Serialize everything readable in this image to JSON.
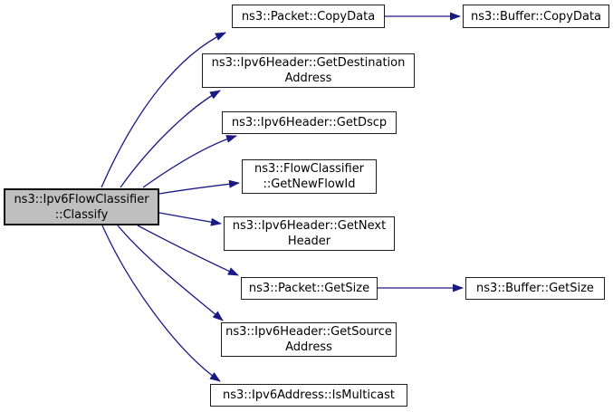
{
  "diagram": {
    "type": "call-graph",
    "colors": {
      "edge": "#1a1a85",
      "highlight_node_fill": "#bfbfbf",
      "node_fill": "#ffffff",
      "node_border": "#1c1c1c",
      "text": "#000000"
    },
    "nodes": [
      {
        "id": "ipv6-flow-classifier-classify",
        "label": "ns3::Ipv6FlowClassifier\n::Classify",
        "highlighted": true
      },
      {
        "id": "packet-copy-data",
        "label": "ns3::Packet::CopyData",
        "highlighted": false
      },
      {
        "id": "buffer-copy-data",
        "label": "ns3::Buffer::CopyData",
        "highlighted": false
      },
      {
        "id": "ipv6-header-get-destination-address",
        "label": "ns3::Ipv6Header::GetDestination\nAddress",
        "highlighted": false
      },
      {
        "id": "ipv6-header-get-dscp",
        "label": "ns3::Ipv6Header::GetDscp",
        "highlighted": false
      },
      {
        "id": "flow-classifier-get-new-flow-id",
        "label": "ns3::FlowClassifier\n::GetNewFlowId",
        "highlighted": false
      },
      {
        "id": "ipv6-header-get-next-header",
        "label": "ns3::Ipv6Header::GetNext\nHeader",
        "highlighted": false
      },
      {
        "id": "packet-get-size",
        "label": "ns3::Packet::GetSize",
        "highlighted": false
      },
      {
        "id": "buffer-get-size",
        "label": "ns3::Buffer::GetSize",
        "highlighted": false
      },
      {
        "id": "ipv6-header-get-source-address",
        "label": "ns3::Ipv6Header::GetSource\nAddress",
        "highlighted": false
      },
      {
        "id": "ipv6-address-is-multicast",
        "label": "ns3::Ipv6Address::IsMulticast",
        "highlighted": false
      }
    ],
    "edges": [
      {
        "from": "ns3::Ipv6FlowClassifier::Classify",
        "to": "ns3::Packet::CopyData"
      },
      {
        "from": "ns3::Ipv6FlowClassifier::Classify",
        "to": "ns3::Ipv6Header::GetDestinationAddress"
      },
      {
        "from": "ns3::Ipv6FlowClassifier::Classify",
        "to": "ns3::Ipv6Header::GetDscp"
      },
      {
        "from": "ns3::Ipv6FlowClassifier::Classify",
        "to": "ns3::FlowClassifier::GetNewFlowId"
      },
      {
        "from": "ns3::Ipv6FlowClassifier::Classify",
        "to": "ns3::Ipv6Header::GetNextHeader"
      },
      {
        "from": "ns3::Ipv6FlowClassifier::Classify",
        "to": "ns3::Packet::GetSize"
      },
      {
        "from": "ns3::Ipv6FlowClassifier::Classify",
        "to": "ns3::Ipv6Header::GetSourceAddress"
      },
      {
        "from": "ns3::Ipv6FlowClassifier::Classify",
        "to": "ns3::Ipv6Address::IsMulticast"
      },
      {
        "from": "ns3::Packet::CopyData",
        "to": "ns3::Buffer::CopyData"
      },
      {
        "from": "ns3::Packet::GetSize",
        "to": "ns3::Buffer::GetSize"
      }
    ]
  }
}
